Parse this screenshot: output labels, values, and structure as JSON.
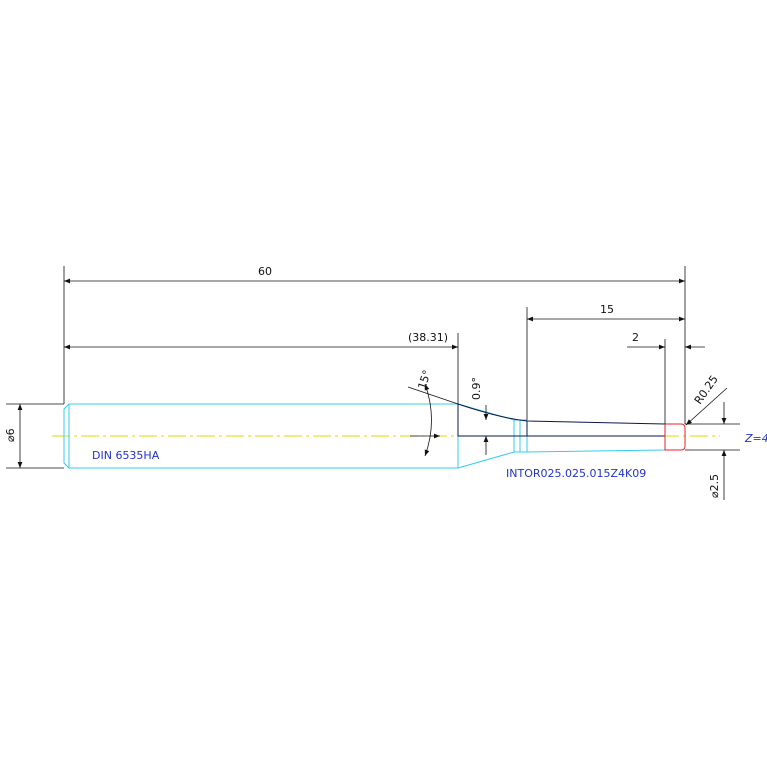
{
  "dimensions": {
    "overall_length": "60",
    "shank_length": "(38.31)",
    "neck_length": "15",
    "cutting_length": "2",
    "taper_angle": "15°",
    "step": "0.9°",
    "corner_radius": "R0.25",
    "shank_diameter": "⌀6",
    "tip_diameter": "⌀2.5"
  },
  "labels": {
    "shank_standard": "DIN 6535HA",
    "part_code": "INTOR025.025.015Z4K09",
    "flutes": "Z=4"
  },
  "colors": {
    "body_outline": "#33ccee",
    "centerline": "#dddd00",
    "dimension_lines": "#111111",
    "annotation_text": "#2233cc",
    "cutting_edge": "#ee2222",
    "profile": "#0a1a4a"
  }
}
